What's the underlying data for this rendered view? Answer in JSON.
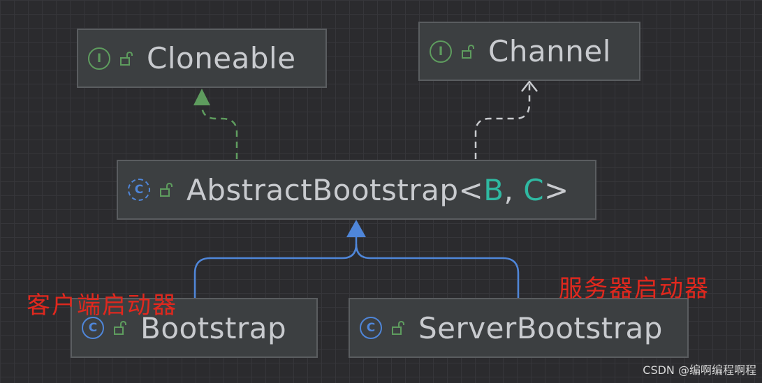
{
  "diagram": {
    "nodes": {
      "cloneable": {
        "kind": "interface",
        "badge": "I",
        "name": "Cloneable"
      },
      "channel": {
        "kind": "interface",
        "badge": "I",
        "name": "Channel"
      },
      "abstract_bootstrap": {
        "kind": "class",
        "badge": "C",
        "name": "AbstractBootstrap<",
        "type_param_b": "B",
        "separator": ", ",
        "type_param_c": "C",
        "name_end": ">"
      },
      "bootstrap": {
        "kind": "class",
        "badge": "C",
        "name": "Bootstrap"
      },
      "server_bootstrap": {
        "kind": "class",
        "badge": "C",
        "name": "ServerBootstrap"
      }
    },
    "edges": [
      {
        "from": "AbstractBootstrap",
        "to": "Cloneable",
        "type": "implements",
        "color": "#5e9c5e"
      },
      {
        "from": "AbstractBootstrap",
        "to": "Channel",
        "type": "dependency",
        "color": "#c9cbcf"
      },
      {
        "from": "Bootstrap",
        "to": "AbstractBootstrap",
        "type": "extends",
        "color": "#4f86d9"
      },
      {
        "from": "ServerBootstrap",
        "to": "AbstractBootstrap",
        "type": "extends",
        "color": "#4f86d9"
      }
    ],
    "annotations": {
      "client": "客户端启动器",
      "server": "服务器启动器"
    }
  },
  "watermark": "CSDN @编啊编程啊程",
  "colors": {
    "background": "#2b2b2e",
    "node_fill": "#3c3f41",
    "interface_badge": "#5e9c5e",
    "class_badge": "#4f86d9",
    "type_param": "#2fb9a2",
    "annotation": "#e0281e"
  }
}
